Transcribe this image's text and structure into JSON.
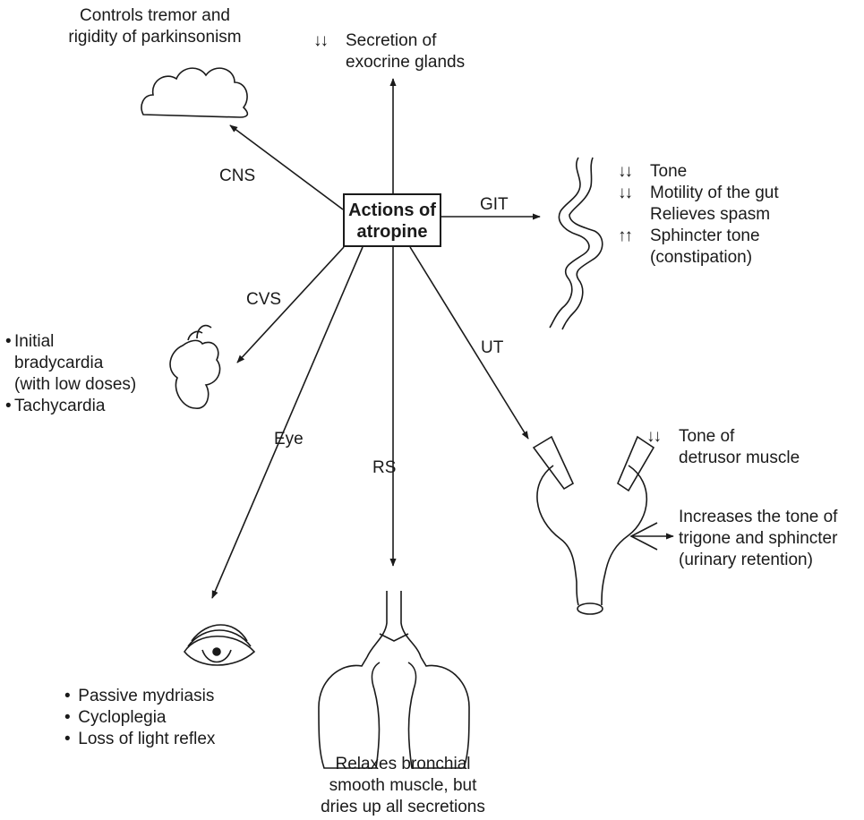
{
  "center": {
    "line1": "Actions of",
    "line2": "atropine"
  },
  "branches": {
    "cns": {
      "label": "CNS",
      "lines": [
        "Controls tremor and",
        "rigidity of parkinsonism"
      ]
    },
    "glands": {
      "arrow": "↓↓",
      "lines": [
        "Secretion of",
        "exocrine glands"
      ]
    },
    "git": {
      "label": "GIT",
      "items": [
        {
          "arrow": "↓↓",
          "text": "Tone"
        },
        {
          "arrow": "↓↓",
          "text": "Motility of the gut"
        },
        {
          "arrow": "",
          "text": "Relieves spasm"
        },
        {
          "arrow": "↑↑",
          "text": "Sphincter tone"
        },
        {
          "arrow": "",
          "text": "(constipation)"
        }
      ]
    },
    "cvs": {
      "label": "CVS",
      "lines": [
        "Initial",
        "bradycardia",
        "(with low doses)",
        "Tachycardia"
      ]
    },
    "ut": {
      "label": "UT",
      "arrow": "↓↓",
      "tone_lines": [
        "Tone of",
        "detrusor muscle"
      ],
      "trigone_lines": [
        "Increases the tone of",
        "trigone and sphincter",
        "(urinary retention)"
      ]
    },
    "eye": {
      "label": "Eye",
      "items": [
        "Passive mydriasis",
        "Cycloplegia",
        "Loss of light reflex"
      ]
    },
    "rs": {
      "label": "RS",
      "lines": [
        "Relaxes bronchial",
        "smooth muscle, but",
        "dries up all secretions"
      ]
    }
  },
  "bullet": "•"
}
